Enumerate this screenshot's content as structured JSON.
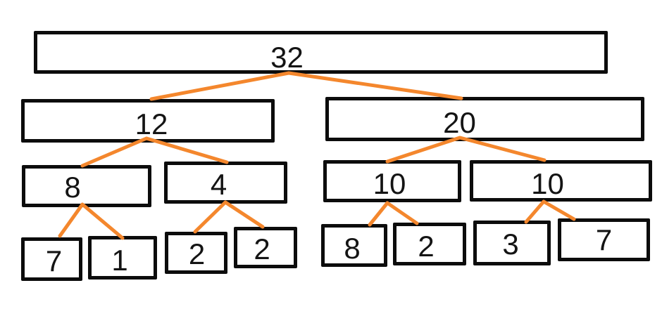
{
  "colors": {
    "connector": "#F4872D",
    "box_border": "#0C0C0C",
    "background": "#FFFFFF",
    "text": "#141414"
  },
  "tree": {
    "value": "32",
    "children": [
      {
        "value": "12",
        "children": [
          {
            "value": "8",
            "children": [
              {
                "value": "7"
              },
              {
                "value": "1"
              }
            ]
          },
          {
            "value": "4",
            "children": [
              {
                "value": "2"
              },
              {
                "value": "2"
              }
            ]
          }
        ]
      },
      {
        "value": "20",
        "children": [
          {
            "value": "10",
            "children": [
              {
                "value": "8"
              },
              {
                "value": "2"
              }
            ]
          },
          {
            "value": "10",
            "children": [
              {
                "value": "3"
              },
              {
                "value": "7"
              }
            ]
          }
        ]
      }
    ]
  }
}
